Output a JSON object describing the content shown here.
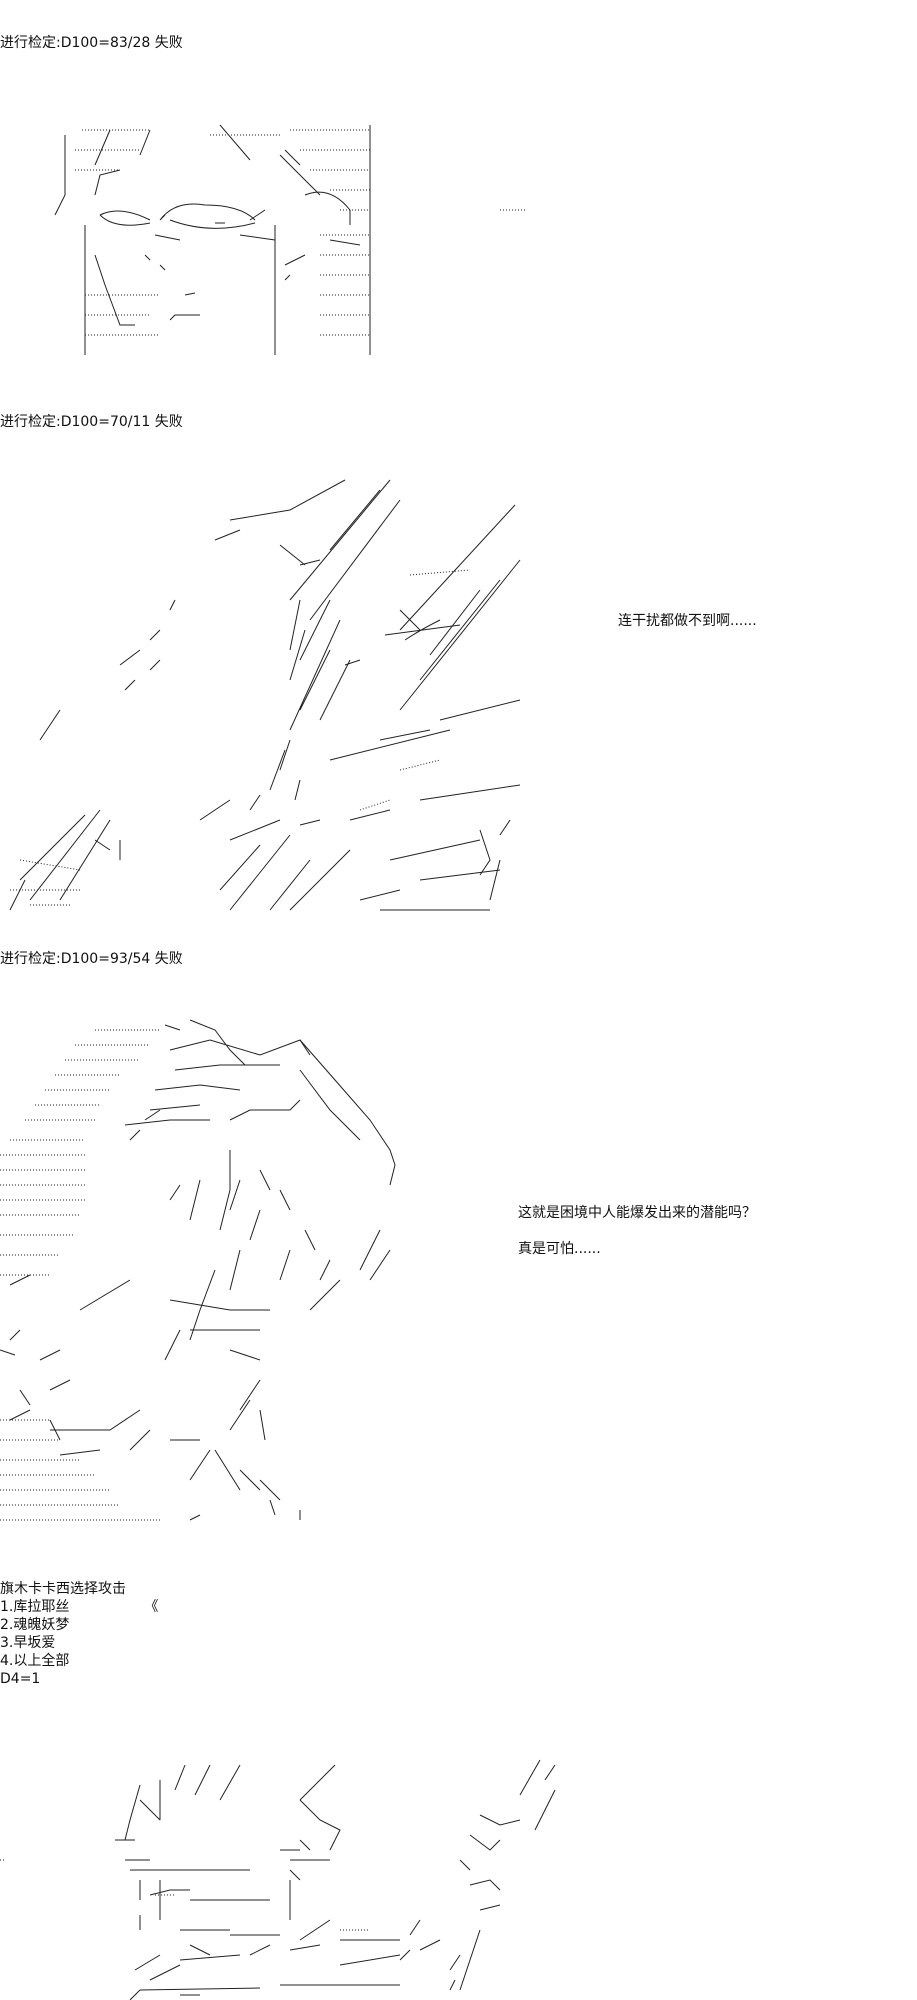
{
  "checks": [
    "进行检定:D100=83/28 失败",
    "进行检定:D100=70/11 失败",
    "进行检定:D100=93/54 失败"
  ],
  "dialogue": {
    "line1": "连干扰都做不到啊......",
    "line2": "这就是困境中人能爆发出来的潜能吗？",
    "line3": "真是可怕......"
  },
  "choice": {
    "title": "旗木卡卡西选择攻击",
    "options": [
      "1.库拉耶丝",
      "2.魂魄妖梦",
      "3.早坂爱",
      "4.以上全部"
    ],
    "mark": "《",
    "result": "D4=1"
  }
}
